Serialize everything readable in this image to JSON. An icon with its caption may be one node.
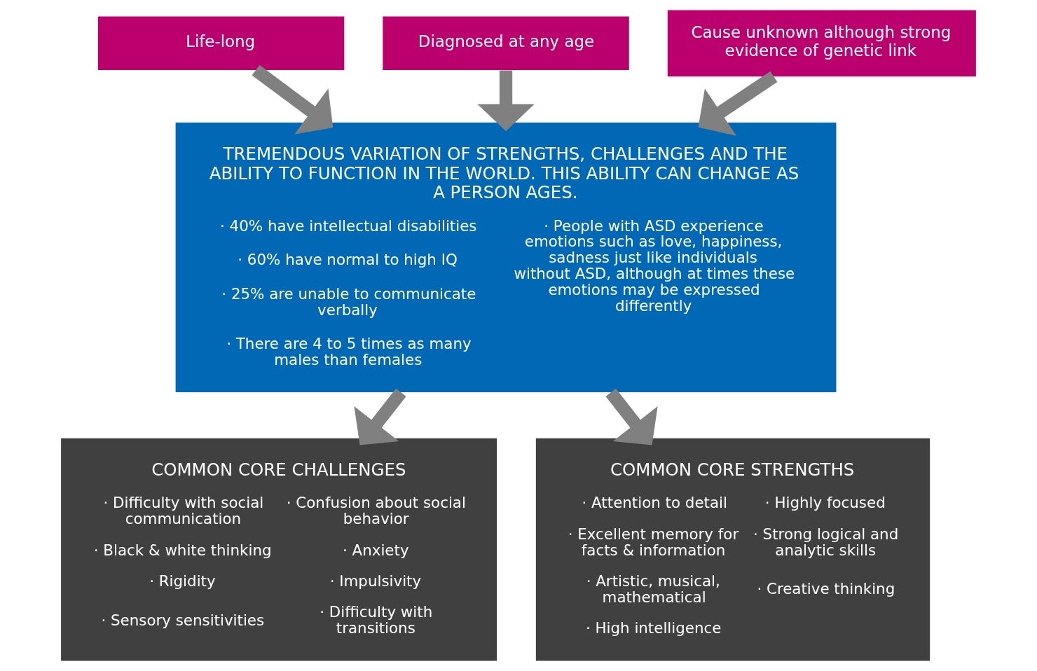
{
  "diagram": {
    "nodes": [
      {
        "text": [
          "Life-long"
        ]
      },
      {
        "text": [
          "Diagnosed at any age"
        ]
      },
      {
        "text": [
          "Cause unknown although strong evidence of genetic link"
        ]
      },
      {
        "text": [
          "TREMENDOUS VARIATION OF STRENGTHS, CHALLENGES AND THE ABILITY TO FUNCTION IN THE WORLD. THIS ABILITY CAN CHANGE AS A PERSON AGES.",
          "· 40% have intellectual disabilities",
          "· 60% have normal to high IQ",
          "· 25% are unable to communicate verbally",
          "· There are 4 to 5 times as many males than females",
          "· People with ASD experience emotions such as love, happiness, sadness just like individuals without ASD, although at times these emotions may be expressed differently"
        ]
      },
      {
        "text": [
          "COMMON CORE CHALLENGES",
          "· Difficulty with social communication",
          "· Confusion about social behavior",
          "· Black & white thinking",
          "· Anxiety",
          "· Rigidity",
          "· Impulsivity",
          "· Sensory sensitivities",
          "· Difficulty with transitions"
        ]
      },
      {
        "text": [
          "COMMON CORE STRENGTHS",
          "· Attention to detail",
          "· Highly focused",
          "· Excellent memory for facts & information",
          "· Strong logical and analytic skills",
          "· Artistic, musical, mathematical",
          "· Creative thinking",
          "· High intelligence"
        ]
      }
    ],
    "edges": [
      {
        "from": 0,
        "to": 3,
        "arrow": "to"
      },
      {
        "from": 1,
        "to": 3,
        "arrow": "to"
      },
      {
        "from": 2,
        "to": 3,
        "arrow": "to"
      },
      {
        "from": 3,
        "to": 4,
        "arrow": "to"
      },
      {
        "from": 3,
        "to": 5,
        "arrow": "to"
      }
    ]
  }
}
